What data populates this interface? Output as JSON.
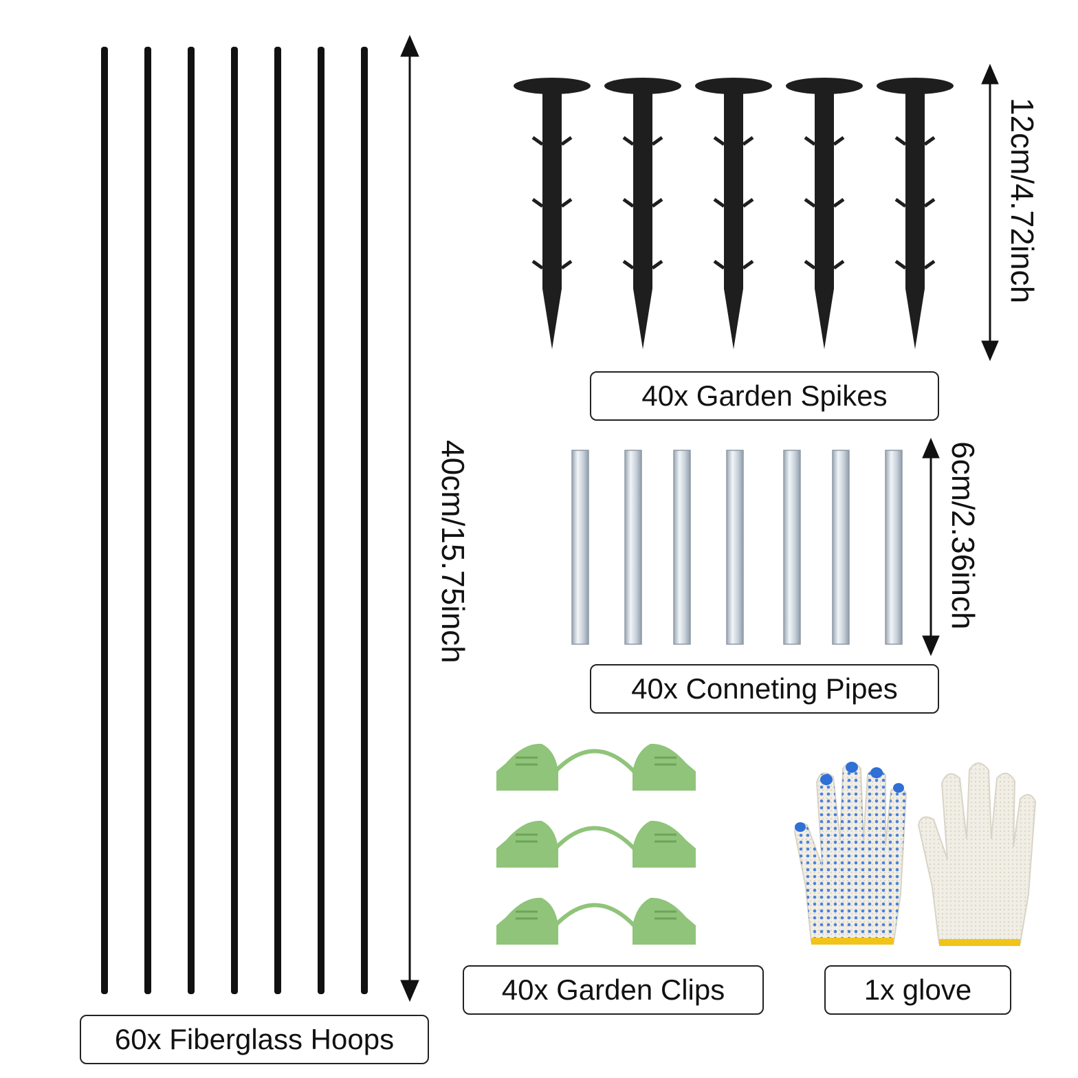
{
  "labels": {
    "hoops": "60x Fiberglass Hoops",
    "spikes": "40x Garden Spikes",
    "pipes": "40x Conneting Pipes",
    "clips": "40x Garden Clips",
    "glove": "1x glove"
  },
  "dimensions": {
    "hoops": "40cm/15.75inch",
    "spikes": "12cm/4.72inch",
    "pipes": "6cm/2.36inch"
  },
  "colors": {
    "rod": "#111111",
    "spike": "#1e1e1e",
    "pipe": "#c9d3dc",
    "clip": "#8fc47a",
    "glove_dots": "#2f6fd6",
    "glove": "#efece3",
    "cuff_edge": "#f0c419"
  }
}
